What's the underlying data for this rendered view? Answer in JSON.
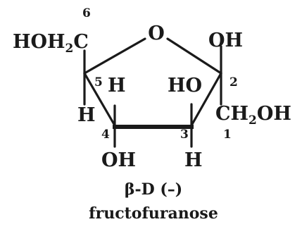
{
  "structure": {
    "ring_oxygen": "O",
    "c6_group": {
      "main": "HOH",
      "sub": "2",
      "tail": "C"
    },
    "c2_top": "OH",
    "c2_side": {
      "main": "CH",
      "sub": "2",
      "tail": "OH"
    },
    "c5_h_right": "H",
    "c5_h_down": "H",
    "c3_ho": "HO",
    "c4_oh": "OH",
    "c3_h": "H"
  },
  "numbers": {
    "c1": "1",
    "c2": "2",
    "c3": "3",
    "c4": "4",
    "c5": "5",
    "c6": "6"
  },
  "caption": {
    "line1": "β-D (–)",
    "line2": "fructofuranose"
  }
}
